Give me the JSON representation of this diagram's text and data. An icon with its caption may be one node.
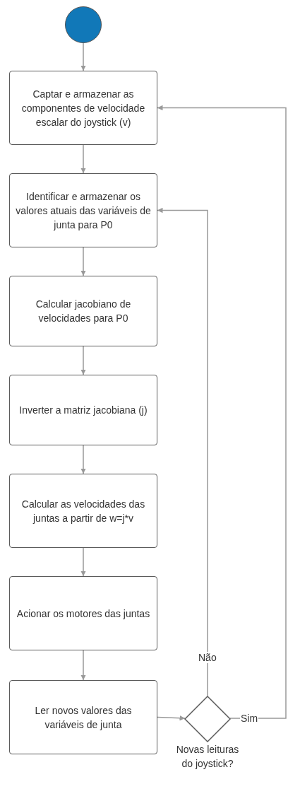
{
  "diagram": {
    "nodes": [
      {
        "text": [],
        "shape": "circle"
      },
      {
        "text": [
          "Captar e armazenar as componentes de velocidade escalar do joystick (v)"
        ]
      },
      {
        "text": [
          "Identificar e armazenar os valores atuais das variáveis de junta para P0"
        ]
      },
      {
        "text": [
          "Calcular jacobiano de velocidades para P0"
        ]
      },
      {
        "text": [
          "Inverter a matriz jacobiana (j)"
        ]
      },
      {
        "text": [
          "Calcular as velocidades das juntas a partir de w=j*v"
        ]
      },
      {
        "text": [
          "Acionar os motores das juntas"
        ]
      },
      {
        "text": [
          "Ler novos valores das variáveis de junta"
        ]
      },
      {
        "text": [
          "Novas leituras do joystick?"
        ]
      }
    ],
    "edges": [
      {
        "from": 0,
        "to": 1,
        "arrow": "to"
      },
      {
        "from": 1,
        "to": 2,
        "arrow": "to"
      },
      {
        "from": 2,
        "to": 3,
        "arrow": "to"
      },
      {
        "from": 3,
        "to": 4,
        "arrow": "to"
      },
      {
        "from": 4,
        "to": 5,
        "arrow": "to"
      },
      {
        "from": 5,
        "to": 6,
        "arrow": "to"
      },
      {
        "from": 6,
        "to": 7,
        "arrow": "to"
      },
      {
        "from": 7,
        "to": 8,
        "arrow": "to"
      },
      {
        "from": 8,
        "to": 2,
        "arrow": "to",
        "label": "Não"
      },
      {
        "from": 8,
        "to": 1,
        "arrow": "to",
        "label": "Sim"
      }
    ]
  }
}
